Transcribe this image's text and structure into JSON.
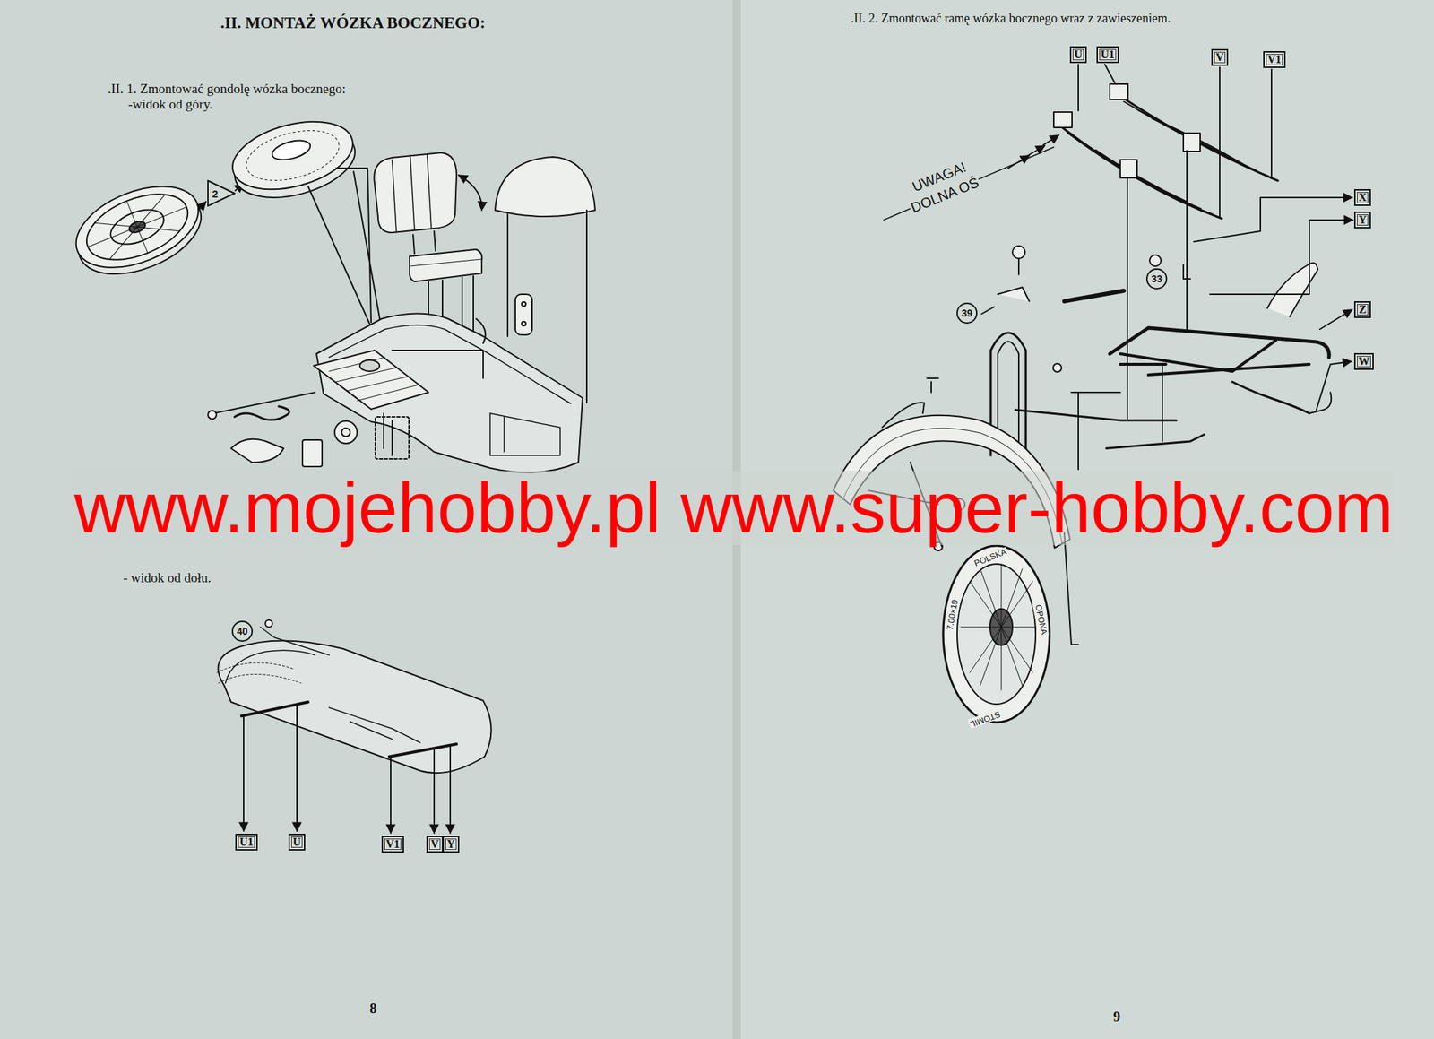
{
  "diagram": {
    "title": ".II. MONTAŻ WÓZKA BOCZNEGO:",
    "nodes": [
      {
        "text": [
          "2"
        ]
      },
      {
        "text": [
          "40"
        ]
      },
      {
        "text": [
          "U1"
        ]
      },
      {
        "text": [
          "U"
        ]
      },
      {
        "text": [
          "V1"
        ]
      },
      {
        "text": [
          "V"
        ]
      },
      {
        "text": [
          "Y"
        ]
      },
      {
        "text": [
          "U"
        ]
      },
      {
        "text": [
          "U1"
        ]
      },
      {
        "text": [
          "V"
        ]
      },
      {
        "text": [
          "V1"
        ]
      },
      {
        "text": [
          "X"
        ]
      },
      {
        "text": [
          "Y"
        ]
      },
      {
        "text": [
          "33"
        ]
      },
      {
        "text": [
          "39"
        ]
      },
      {
        "text": [
          "Z"
        ]
      },
      {
        "text": [
          "W"
        ]
      }
    ],
    "labels": [
      ".II. 1. Zmontować gondolę wózka bocznego:",
      "-widok od góry.",
      "- widok od dołu.",
      "8",
      ".II. 2. Zmontować ramę wózka bocznego wraz z zawieszeniem.",
      "UWAGA!",
      "DOLNA OŚ",
      "7.00×19",
      "POLSKA",
      "OPONA",
      "STOMIL",
      "9",
      "www.mojehobby.pl www.super-hobby.com"
    ]
  }
}
